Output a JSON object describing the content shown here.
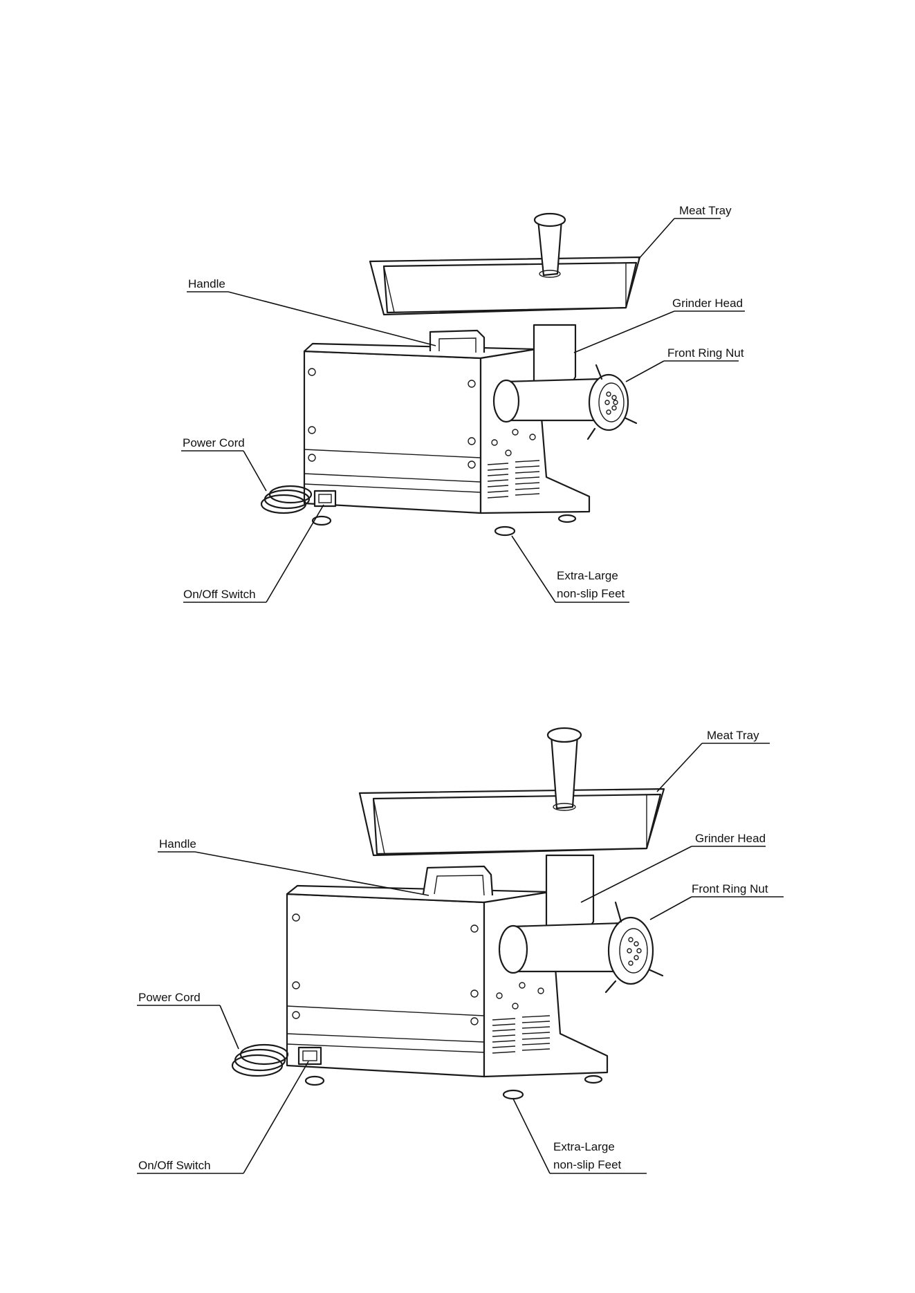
{
  "diagrams": [
    {
      "labels": {
        "meat_tray": "Meat Tray",
        "handle": "Handle",
        "grinder_head": "Grinder Head",
        "front_ring_nut": "Front Ring Nut",
        "power_cord": "Power Cord",
        "on_off_switch": "On/Off  Switch",
        "feet_line1": "Extra-Large",
        "feet_line2": "non-slip Feet"
      }
    },
    {
      "labels": {
        "meat_tray": "Meat Tray",
        "handle": "Handle",
        "grinder_head": "Grinder Head",
        "front_ring_nut": "Front Ring Nut",
        "power_cord": "Power Cord",
        "on_off_switch": "On/Off  Switch",
        "feet_line1": "Extra-Large",
        "feet_line2": "non-slip Feet"
      }
    }
  ]
}
